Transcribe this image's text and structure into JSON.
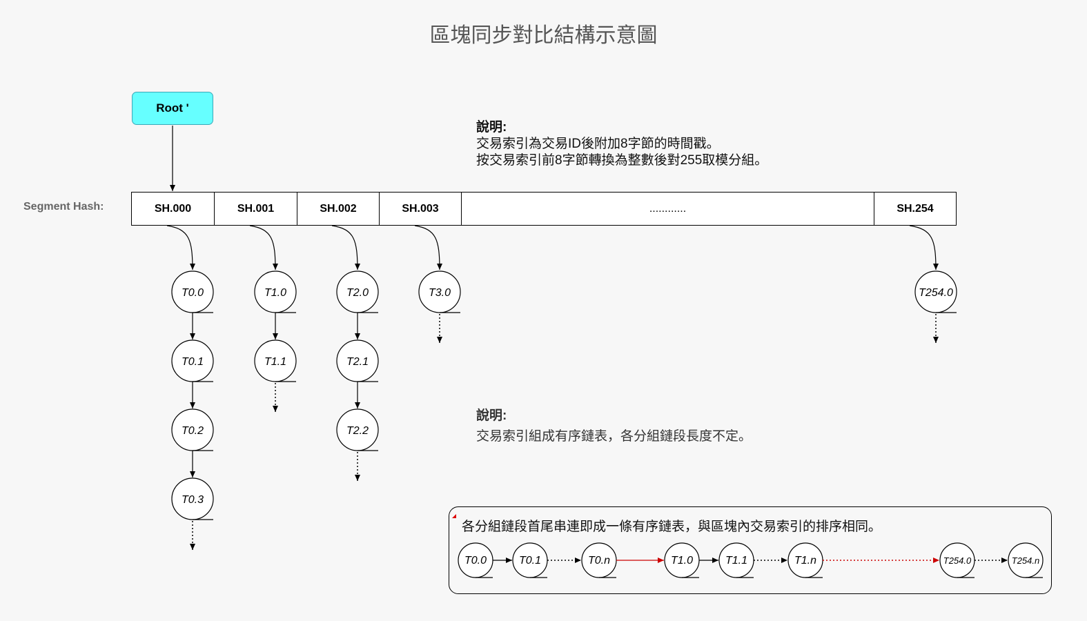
{
  "title": "區塊同步對比結構示意圖",
  "root": {
    "label": "Root '"
  },
  "segment_hash": {
    "label": "Segment Hash:",
    "cells": [
      "SH.000",
      "SH.001",
      "SH.002",
      "SH.003",
      "............",
      "SH.254"
    ]
  },
  "notes": {
    "note1": {
      "heading": "說明:",
      "lines": [
        "交易索引為交易ID後附加8字節的時間戳。",
        "按交易索引前8字節轉換為整數後對255取模分組。"
      ]
    },
    "note2": {
      "heading": "說明:",
      "lines": [
        "交易索引組成有序鏈表，各分組鏈段長度不定。"
      ]
    }
  },
  "columns": [
    {
      "segment": "SH.000",
      "nodes": [
        "T0.0",
        "T0.1",
        "T0.2",
        "T0.3"
      ],
      "continues": true
    },
    {
      "segment": "SH.001",
      "nodes": [
        "T1.0",
        "T1.1"
      ],
      "continues": true
    },
    {
      "segment": "SH.002",
      "nodes": [
        "T2.0",
        "T2.1",
        "T2.2"
      ],
      "continues": true
    },
    {
      "segment": "SH.003",
      "nodes": [
        "T3.0"
      ],
      "continues": true
    },
    {
      "segment": "SH.254",
      "nodes": [
        "T254.0"
      ],
      "continues": true
    }
  ],
  "chain": {
    "text": "各分組鏈段首尾串連即成一條有序鏈表，與區塊內交易索引的排序相同。",
    "nodes": [
      "T0.0",
      "T0.1",
      "T0.n",
      "T1.0",
      "T1.1",
      "T1.n",
      "T254.0",
      "T254.n"
    ],
    "links": [
      "solid",
      "dotted",
      "solid-red",
      "solid",
      "dotted",
      "dotted-red",
      "dotted"
    ]
  },
  "colors": {
    "root_fill": "#66ffff",
    "link_red": "#cc0000",
    "text_gray": "#555555"
  }
}
